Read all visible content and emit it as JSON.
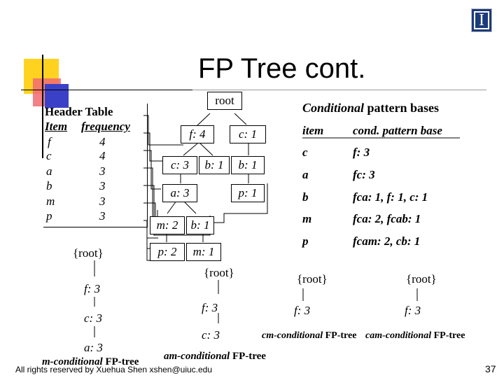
{
  "slide": {
    "title": "FP Tree cont.",
    "page_number": "37",
    "footer": "All rights reserved by Xuehua Shen xshen@uiuc.edu",
    "logo_glyph": "I",
    "logo_color": "#1b3b7a"
  },
  "header_table": {
    "title": "Header Table",
    "col_item": "Item",
    "col_frequency": "frequency",
    "rows": [
      {
        "item": "f",
        "freq": "4"
      },
      {
        "item": "c",
        "freq": "4"
      },
      {
        "item": "a",
        "freq": "3"
      },
      {
        "item": "b",
        "freq": "3"
      },
      {
        "item": "m",
        "freq": "3"
      },
      {
        "item": "p",
        "freq": "3"
      }
    ]
  },
  "fp_tree": {
    "root": "root",
    "nodes": {
      "f4": "f: 4",
      "c1": "c: 1",
      "c3": "c: 3",
      "b1a": "b: 1",
      "b1b": "b: 1",
      "a3": "a: 3",
      "p1": "p: 1",
      "m2": "m: 2",
      "b1c": "b: 1",
      "p2": "p: 2",
      "m1": "m: 1"
    }
  },
  "cond_bases": {
    "title_italic": "Conditional",
    "title_rest": " pattern bases",
    "col_item": "item",
    "col_base": "cond. pattern base",
    "rows": [
      {
        "item": "c",
        "base": "f: 3"
      },
      {
        "item": "a",
        "base": "fc: 3"
      },
      {
        "item": "b",
        "base": "fca: 1, f: 1, c: 1"
      },
      {
        "item": "m",
        "base": "fca: 2, fcab: 1"
      },
      {
        "item": "p",
        "base": "fcam: 2, cb: 1"
      }
    ]
  },
  "m_tree": {
    "root": "{root}",
    "n1": "f: 3",
    "n2": "c: 3",
    "n3": "a: 3",
    "label_italic": "m-conditional",
    "label_rest": " FP-tree"
  },
  "am_tree": {
    "root": "{root}",
    "n1": "f: 3",
    "n2": "c: 3",
    "label_italic": "am-conditional",
    "label_rest": " FP-tree"
  },
  "cm_tree": {
    "root": "{root}",
    "n1": "f: 3",
    "label_italic": "cm-conditional",
    "label_rest": " FP-tree"
  },
  "cam_tree": {
    "root": "{root}",
    "n1": "f: 3",
    "label_italic": "cam-conditional",
    "label_rest": " FP-tree"
  }
}
